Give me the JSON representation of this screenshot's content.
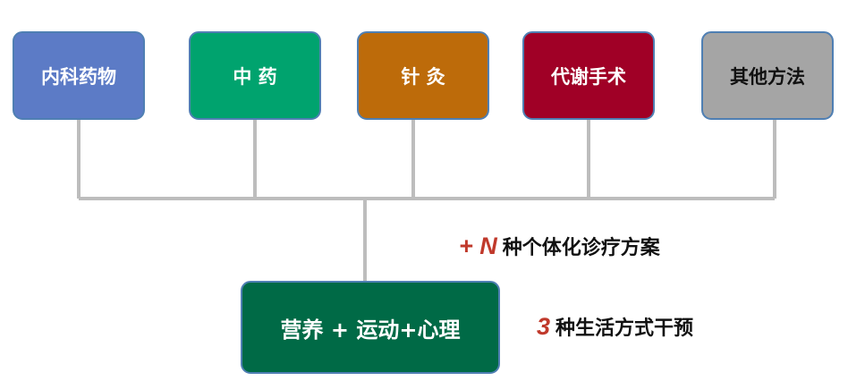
{
  "colors": {
    "connector": "#bdbdbd",
    "box_border": "#4f7fb3",
    "accent_red": "#c0392b"
  },
  "treatments": [
    {
      "label": "内科药物",
      "color": "#5c7bc6",
      "text_color": "#ffffff"
    },
    {
      "label": "中 药",
      "color": "#00a36e",
      "text_color": "#ffffff"
    },
    {
      "label": "针 灸",
      "color": "#bd6b0a",
      "text_color": "#ffffff"
    },
    {
      "label": "代谢手术",
      "color": "#a00026",
      "text_color": "#ffffff"
    },
    {
      "label": "其他方法",
      "color": "#a5a5a5",
      "text_color": "#111111"
    }
  ],
  "core": {
    "label": "营养 + 运动+心理",
    "color": "#006a46"
  },
  "notes": [
    {
      "accent": "+ N",
      "text": "种个体化诊疗方案"
    },
    {
      "accent": "3",
      "text": "种生活方式干预"
    }
  ]
}
